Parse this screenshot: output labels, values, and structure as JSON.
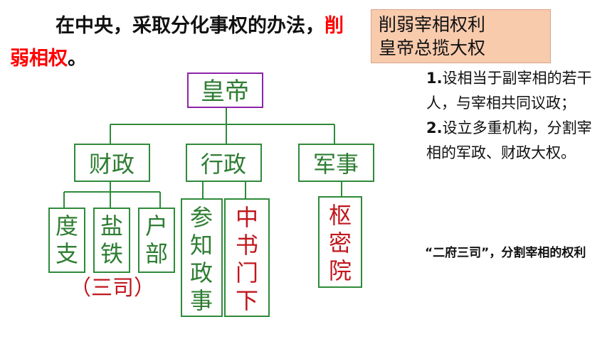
{
  "intro": {
    "line": "在中央，采取分化事权的办法，",
    "highlight": "削弱相权",
    "end": "。"
  },
  "note_box": {
    "line1": "削弱宰相权利",
    "line2": "皇帝总揽大权"
  },
  "side": {
    "p1_num": "1.",
    "p1_text": "设相当于副宰相的若干人，与宰相共同议政；",
    "p2_num": "2.",
    "p2_text": "设立多重机构，分割宰相的军政、财政大权。"
  },
  "foot_note": "“二府三司”，分割宰相的权利",
  "chart": {
    "emperor": "皇帝",
    "finance": "财政",
    "admin": "行政",
    "military": "军事",
    "duzhi": "度支",
    "yantie": "盐铁",
    "hubu": "户部",
    "sansi": "（三司）",
    "canzhi": "参知政事",
    "zhongshu": "中书门下",
    "shumi": "枢密院"
  },
  "colors": {
    "box_green": "#2e8b3a",
    "emperor_border": "#8e24aa",
    "title_text": "#2e7d32",
    "red_text": "#c0171d",
    "highlight_red": "#ff0000",
    "note_bg": "#f8cbad"
  }
}
